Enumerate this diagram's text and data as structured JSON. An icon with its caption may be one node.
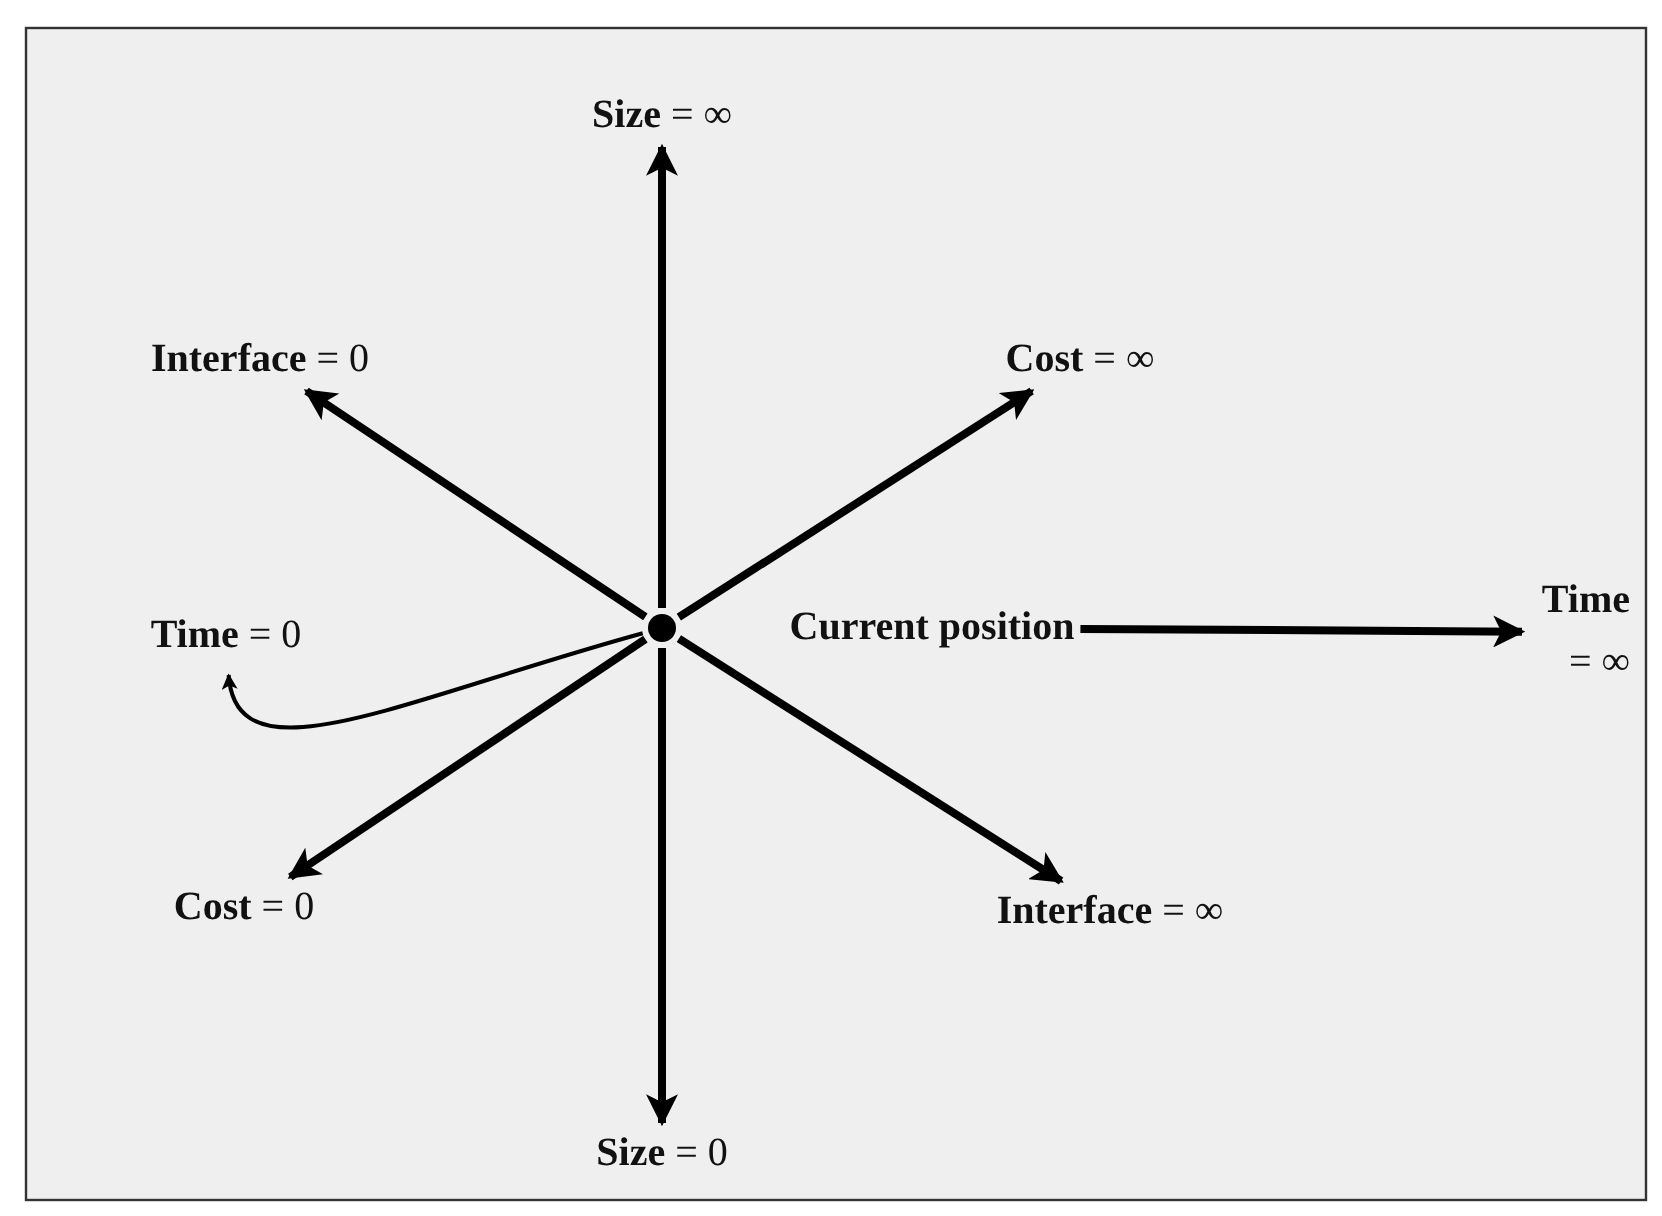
{
  "diagram": {
    "nodes": [
      {
        "text": [],
        "shape": "circle"
      },
      {
        "text": [
          "**Size** = ∞"
        ]
      },
      {
        "text": [
          "**Interface** = 0"
        ]
      },
      {
        "text": [
          "**Cost** = ∞"
        ]
      },
      {
        "text": [
          "**Time** = 0"
        ]
      },
      {
        "text": [
          "Current position"
        ]
      },
      {
        "text": [
          "**Time** = ∞"
        ]
      },
      {
        "text": [
          "**Cost** = 0"
        ]
      },
      {
        "text": [
          "**Interface** = ∞"
        ]
      },
      {
        "text": [
          "**Size** = 0"
        ]
      }
    ],
    "edges": [
      {
        "from": 0,
        "to": 1,
        "arrow": "to"
      },
      {
        "from": 0,
        "to": 2,
        "arrow": "to"
      },
      {
        "from": 0,
        "to": 3,
        "arrow": "to"
      },
      {
        "from": 0,
        "to": 4,
        "arrow": "to"
      },
      {
        "from": 5,
        "to": 6,
        "arrow": "to"
      },
      {
        "from": 0,
        "to": 7,
        "arrow": "to"
      },
      {
        "from": 0,
        "to": 8,
        "arrow": "to"
      },
      {
        "from": 0,
        "to": 9,
        "arrow": "to"
      }
    ]
  }
}
